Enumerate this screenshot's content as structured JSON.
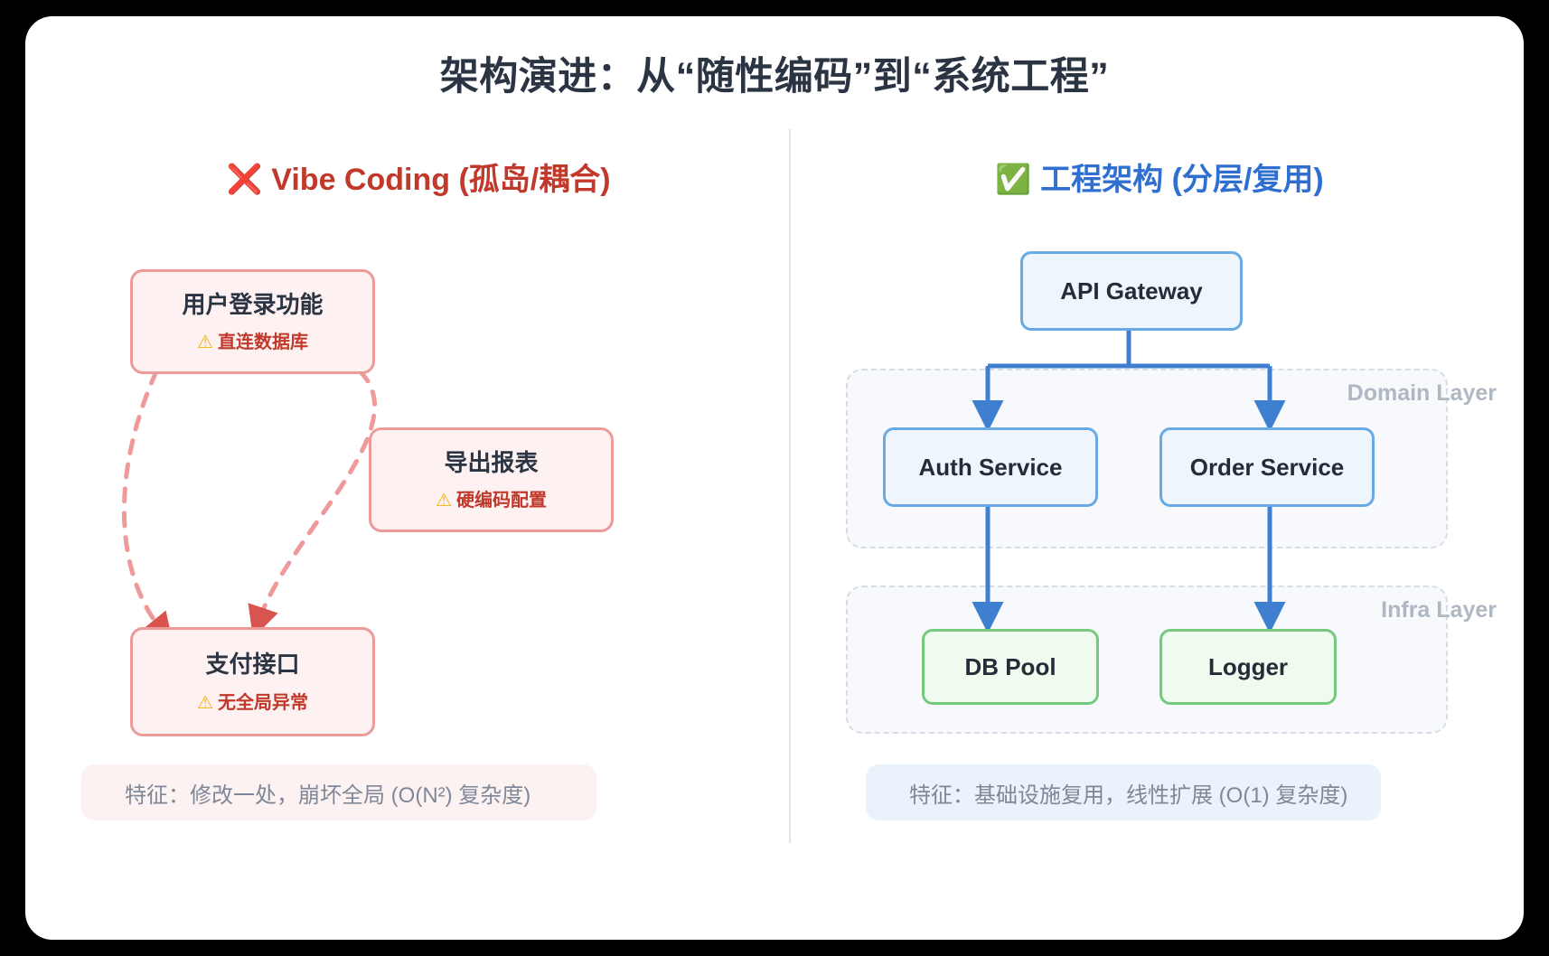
{
  "title": "架构演进：从“随性编码”到“系统工程”",
  "left": {
    "header_mark": "❌",
    "header_text": "Vibe Coding (孤岛/耦合)",
    "boxes": [
      {
        "title": "用户登录功能",
        "warn_icon": "⚠",
        "warn": "直连数据库"
      },
      {
        "title": "导出报表",
        "warn_icon": "⚠",
        "warn": "硬编码配置"
      },
      {
        "title": "支付接口",
        "warn_icon": "⚠",
        "warn": "无全局异常"
      }
    ],
    "footer": "特征：修改一处，崩坏全局 (O(N²) 复杂度)"
  },
  "right": {
    "header_mark": "✅",
    "header_text": "工程架构 (分层/复用)",
    "layers": [
      {
        "label": "Domain Layer"
      },
      {
        "label": "Infra Layer"
      }
    ],
    "nodes": [
      {
        "label": "API Gateway",
        "kind": "blue"
      },
      {
        "label": "Auth Service",
        "kind": "blue"
      },
      {
        "label": "Order Service",
        "kind": "blue"
      },
      {
        "label": "DB Pool",
        "kind": "green"
      },
      {
        "label": "Logger",
        "kind": "green"
      }
    ],
    "footer": "特征：基础设施复用，线性扩展 (O(1) 复杂度)"
  },
  "colors": {
    "red": "#c0392b",
    "red_border": "#ec9a9a",
    "red_fill": "#fdf1f1",
    "blue": "#2f6fd0",
    "blue_border": "#6aaae4",
    "blue_fill": "#eef5fd",
    "green_border": "#74c97d",
    "green_fill": "#f0fbf0",
    "warn_yellow": "#f0b400",
    "layer_label": "#aeb7c2",
    "title_color": "#2b3442"
  }
}
